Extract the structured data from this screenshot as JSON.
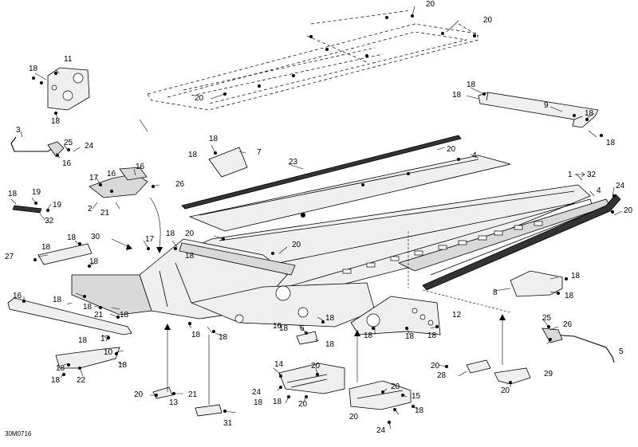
{
  "drawing_code": "30M0716",
  "labels": [
    "1",
    "32",
    "2",
    "3",
    "4",
    "4",
    "5",
    "6",
    "7",
    "8",
    "9",
    "10",
    "11",
    "12",
    "13",
    "14",
    "15",
    "16",
    "16",
    "16",
    "16",
    "16",
    "17",
    "17",
    "17",
    "18",
    "18",
    "18",
    "18",
    "18",
    "18",
    "18",
    "18",
    "18",
    "18",
    "18",
    "18",
    "18",
    "18",
    "18",
    "18",
    "18",
    "18",
    "18",
    "18",
    "18",
    "18",
    "18",
    "18",
    "18",
    "18",
    "18",
    "18",
    "18",
    "18",
    "18",
    "18",
    "18",
    "18",
    "19",
    "19",
    "20",
    "20",
    "20",
    "20",
    "20",
    "20",
    "20",
    "20",
    "20",
    "20",
    "20",
    "20",
    "20",
    "20",
    "21",
    "21",
    "21",
    "22",
    "23",
    "24",
    "24",
    "24",
    "24",
    "25",
    "25",
    "26",
    "26",
    "27",
    "28",
    "29",
    "30",
    "31",
    "32"
  ]
}
